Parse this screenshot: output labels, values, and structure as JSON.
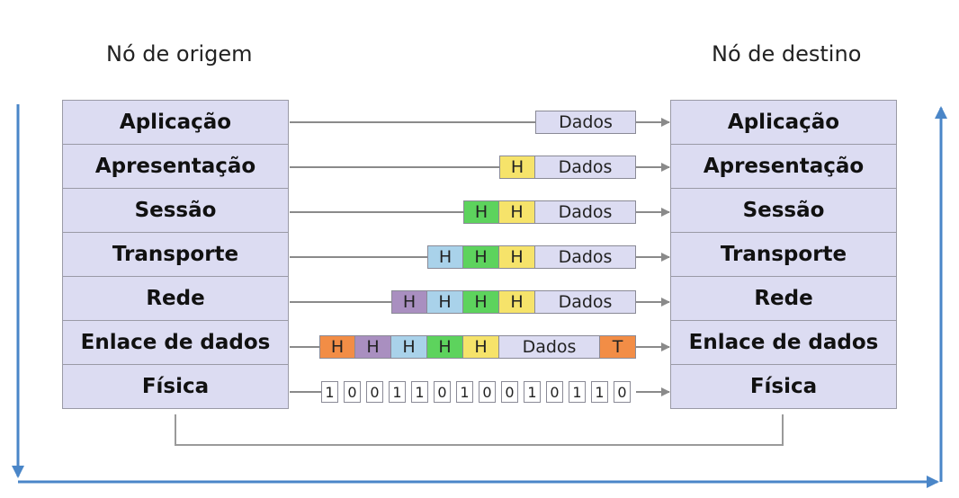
{
  "source_title": "Nó de origem",
  "dest_title": "Nó de destino",
  "layers": [
    "Aplicação",
    "Apresentação",
    "Sessão",
    "Transporte",
    "Rede",
    "Enlace de dados",
    "Física"
  ],
  "data_label": "Dados",
  "header_label": "H",
  "trailer_label": "T",
  "bits": [
    "1",
    "0",
    "0",
    "1",
    "1",
    "0",
    "1",
    "0",
    "0",
    "1",
    "0",
    "1",
    "1",
    "0"
  ],
  "colors": {
    "layer_fill": "#dcdcf2",
    "data_fill": "#dcdcf2",
    "presentation_header": "#f6e36a",
    "session_header": "#5dd35d",
    "transport_header": "#a9d2ea",
    "network_header": "#a98fc0",
    "link_header": "#f28d46",
    "flow_arrow": "#4a86c8"
  }
}
